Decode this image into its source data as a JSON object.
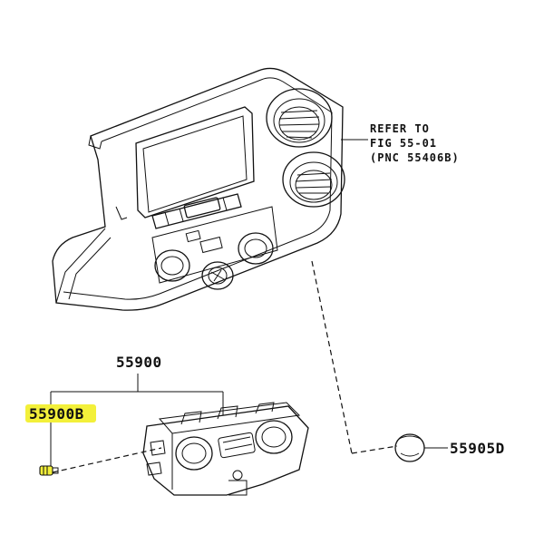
{
  "reference_note": {
    "line1": "REFER TO",
    "line2": "FIG 55-01",
    "line3": "(PNC 55406B)"
  },
  "parts": {
    "control_assembly": "55900",
    "screw": "55900B",
    "knob": "55905D"
  },
  "highlight_color": "#f3f03a",
  "line_color": "#111111"
}
